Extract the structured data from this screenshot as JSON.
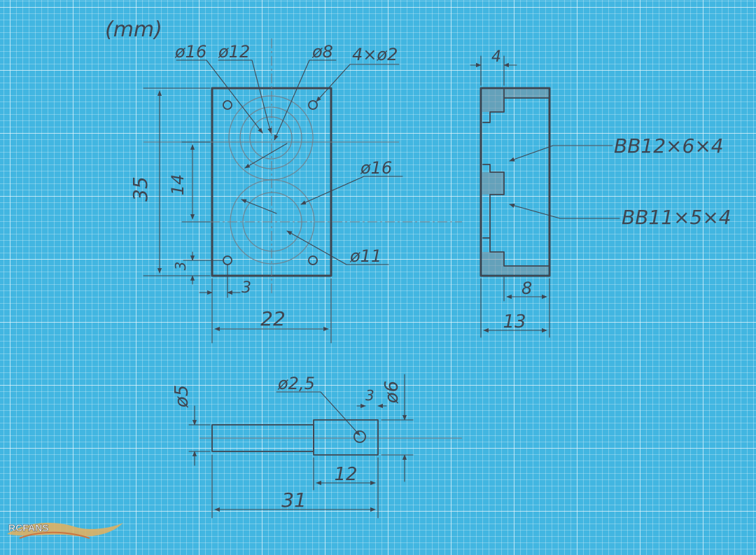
{
  "drawing": {
    "unit_note": "(mm)",
    "front_view": {
      "d16_label": "ø16",
      "d12_label": "ø12",
      "d8_label": "ø8",
      "holes_label": "4×ø2",
      "d16_right_label": "ø16",
      "d11_label": "ø11",
      "height_35": "35",
      "height_14": "14",
      "offset_3_vertical": "3",
      "offset_3_horizontal": "3",
      "width_22": "22"
    },
    "side_view": {
      "dim_4": "4",
      "bearing_1": "BB12×6×4",
      "bearing_2": "BB11×5×4",
      "dim_8": "8",
      "dim_13": "13"
    },
    "shaft": {
      "d5_label": "ø5",
      "d25_label": "ø2,5",
      "dim_3": "3",
      "d6_label": "ø6",
      "dim_12": "12",
      "dim_31": "31"
    }
  },
  "logo": {
    "text": "RCFANS"
  },
  "colors": {
    "paper": "#1fa9dc",
    "ink": "#1c1f2b",
    "pencil": "#5a6470"
  }
}
